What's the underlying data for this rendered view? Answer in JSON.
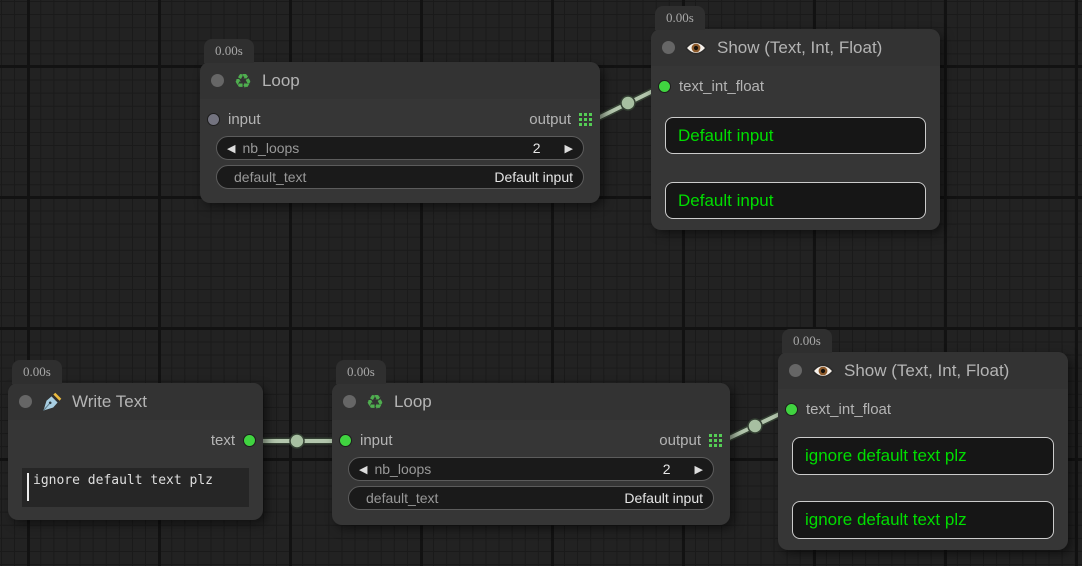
{
  "icons": {
    "recycle": "♻",
    "stepper_left": "◀",
    "stepper_right": "▶"
  },
  "colors": {
    "canvas_bg": "#222222",
    "node_body": "#363636",
    "node_title_bar": "#333333",
    "result_text_green": "#00dd00",
    "slot_connected_green": "#40d340",
    "slot_unconnected_gray": "#73737f",
    "wire": "#b3c6ad"
  },
  "nodes": {
    "loop_top": {
      "timer": "0.00s",
      "title": "Loop",
      "input_label": "input",
      "output_label": "output",
      "nb_loops_label": "nb_loops",
      "nb_loops_value": "2",
      "default_text_label": "default_text",
      "default_text_value": "Default input"
    },
    "show_top": {
      "timer": "0.00s",
      "title": "Show (Text, Int, Float)",
      "input_label": "text_int_float",
      "result_1": "Default input",
      "result_2": "Default input"
    },
    "write_text": {
      "timer": "0.00s",
      "title": "Write Text",
      "output_label": "text",
      "text_value": "ignore default text plz"
    },
    "loop_bottom": {
      "timer": "0.00s",
      "title": "Loop",
      "input_label": "input",
      "output_label": "output",
      "nb_loops_label": "nb_loops",
      "nb_loops_value": "2",
      "default_text_label": "default_text",
      "default_text_value": "Default input"
    },
    "show_bottom": {
      "timer": "0.00s",
      "title": "Show (Text, Int, Float)",
      "input_label": "text_int_float",
      "result_1": "ignore default text plz",
      "result_2": "ignore default text plz"
    }
  },
  "connections": [
    {
      "from": "loop_top.output",
      "to": "show_top.text_int_float"
    },
    {
      "from": "write_text.text",
      "to": "loop_bottom.input"
    },
    {
      "from": "loop_bottom.output",
      "to": "show_bottom.text_int_float"
    }
  ]
}
